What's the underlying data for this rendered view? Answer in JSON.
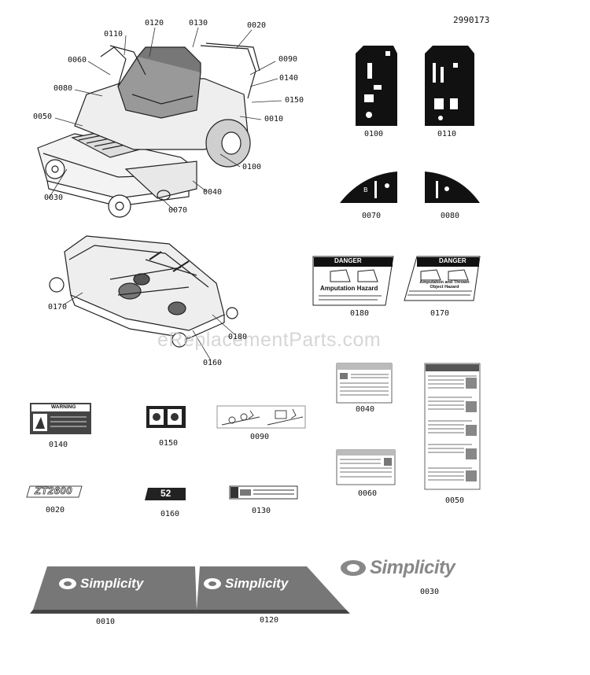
{
  "diagram_id": "2990173",
  "watermark": "eReplacementParts.com",
  "mower_callouts": [
    "0120",
    "0130",
    "0020",
    "0110",
    "0060",
    "0090",
    "0140",
    "0080",
    "0150",
    "0050",
    "0010",
    "0100",
    "0030",
    "0040",
    "0070"
  ],
  "deck_callouts": [
    "0170",
    "0180",
    "0160"
  ],
  "decal_labels": {
    "d0100": "0100",
    "d0110": "0110",
    "d0070": "0070",
    "d0080": "0080",
    "d0180": "0180",
    "d0170": "0170",
    "d0040": "0040",
    "d0050": "0050",
    "d0060": "0060",
    "d0140": "0140",
    "d0150": "0150",
    "d0090": "0090",
    "d0020": "0020",
    "d0160": "0160",
    "d0130": "0130",
    "d0010": "0010",
    "d0120": "0120",
    "d0030": "0030"
  },
  "decal_text": {
    "danger": "DANGER",
    "amputation_hazard": "Amputation Hazard",
    "amputation_thrown": "Amputation and Thrown Object Hazard",
    "warning": "WARNING",
    "model": "ZT2600",
    "deck_size": "52",
    "brand": "Simplicity"
  }
}
